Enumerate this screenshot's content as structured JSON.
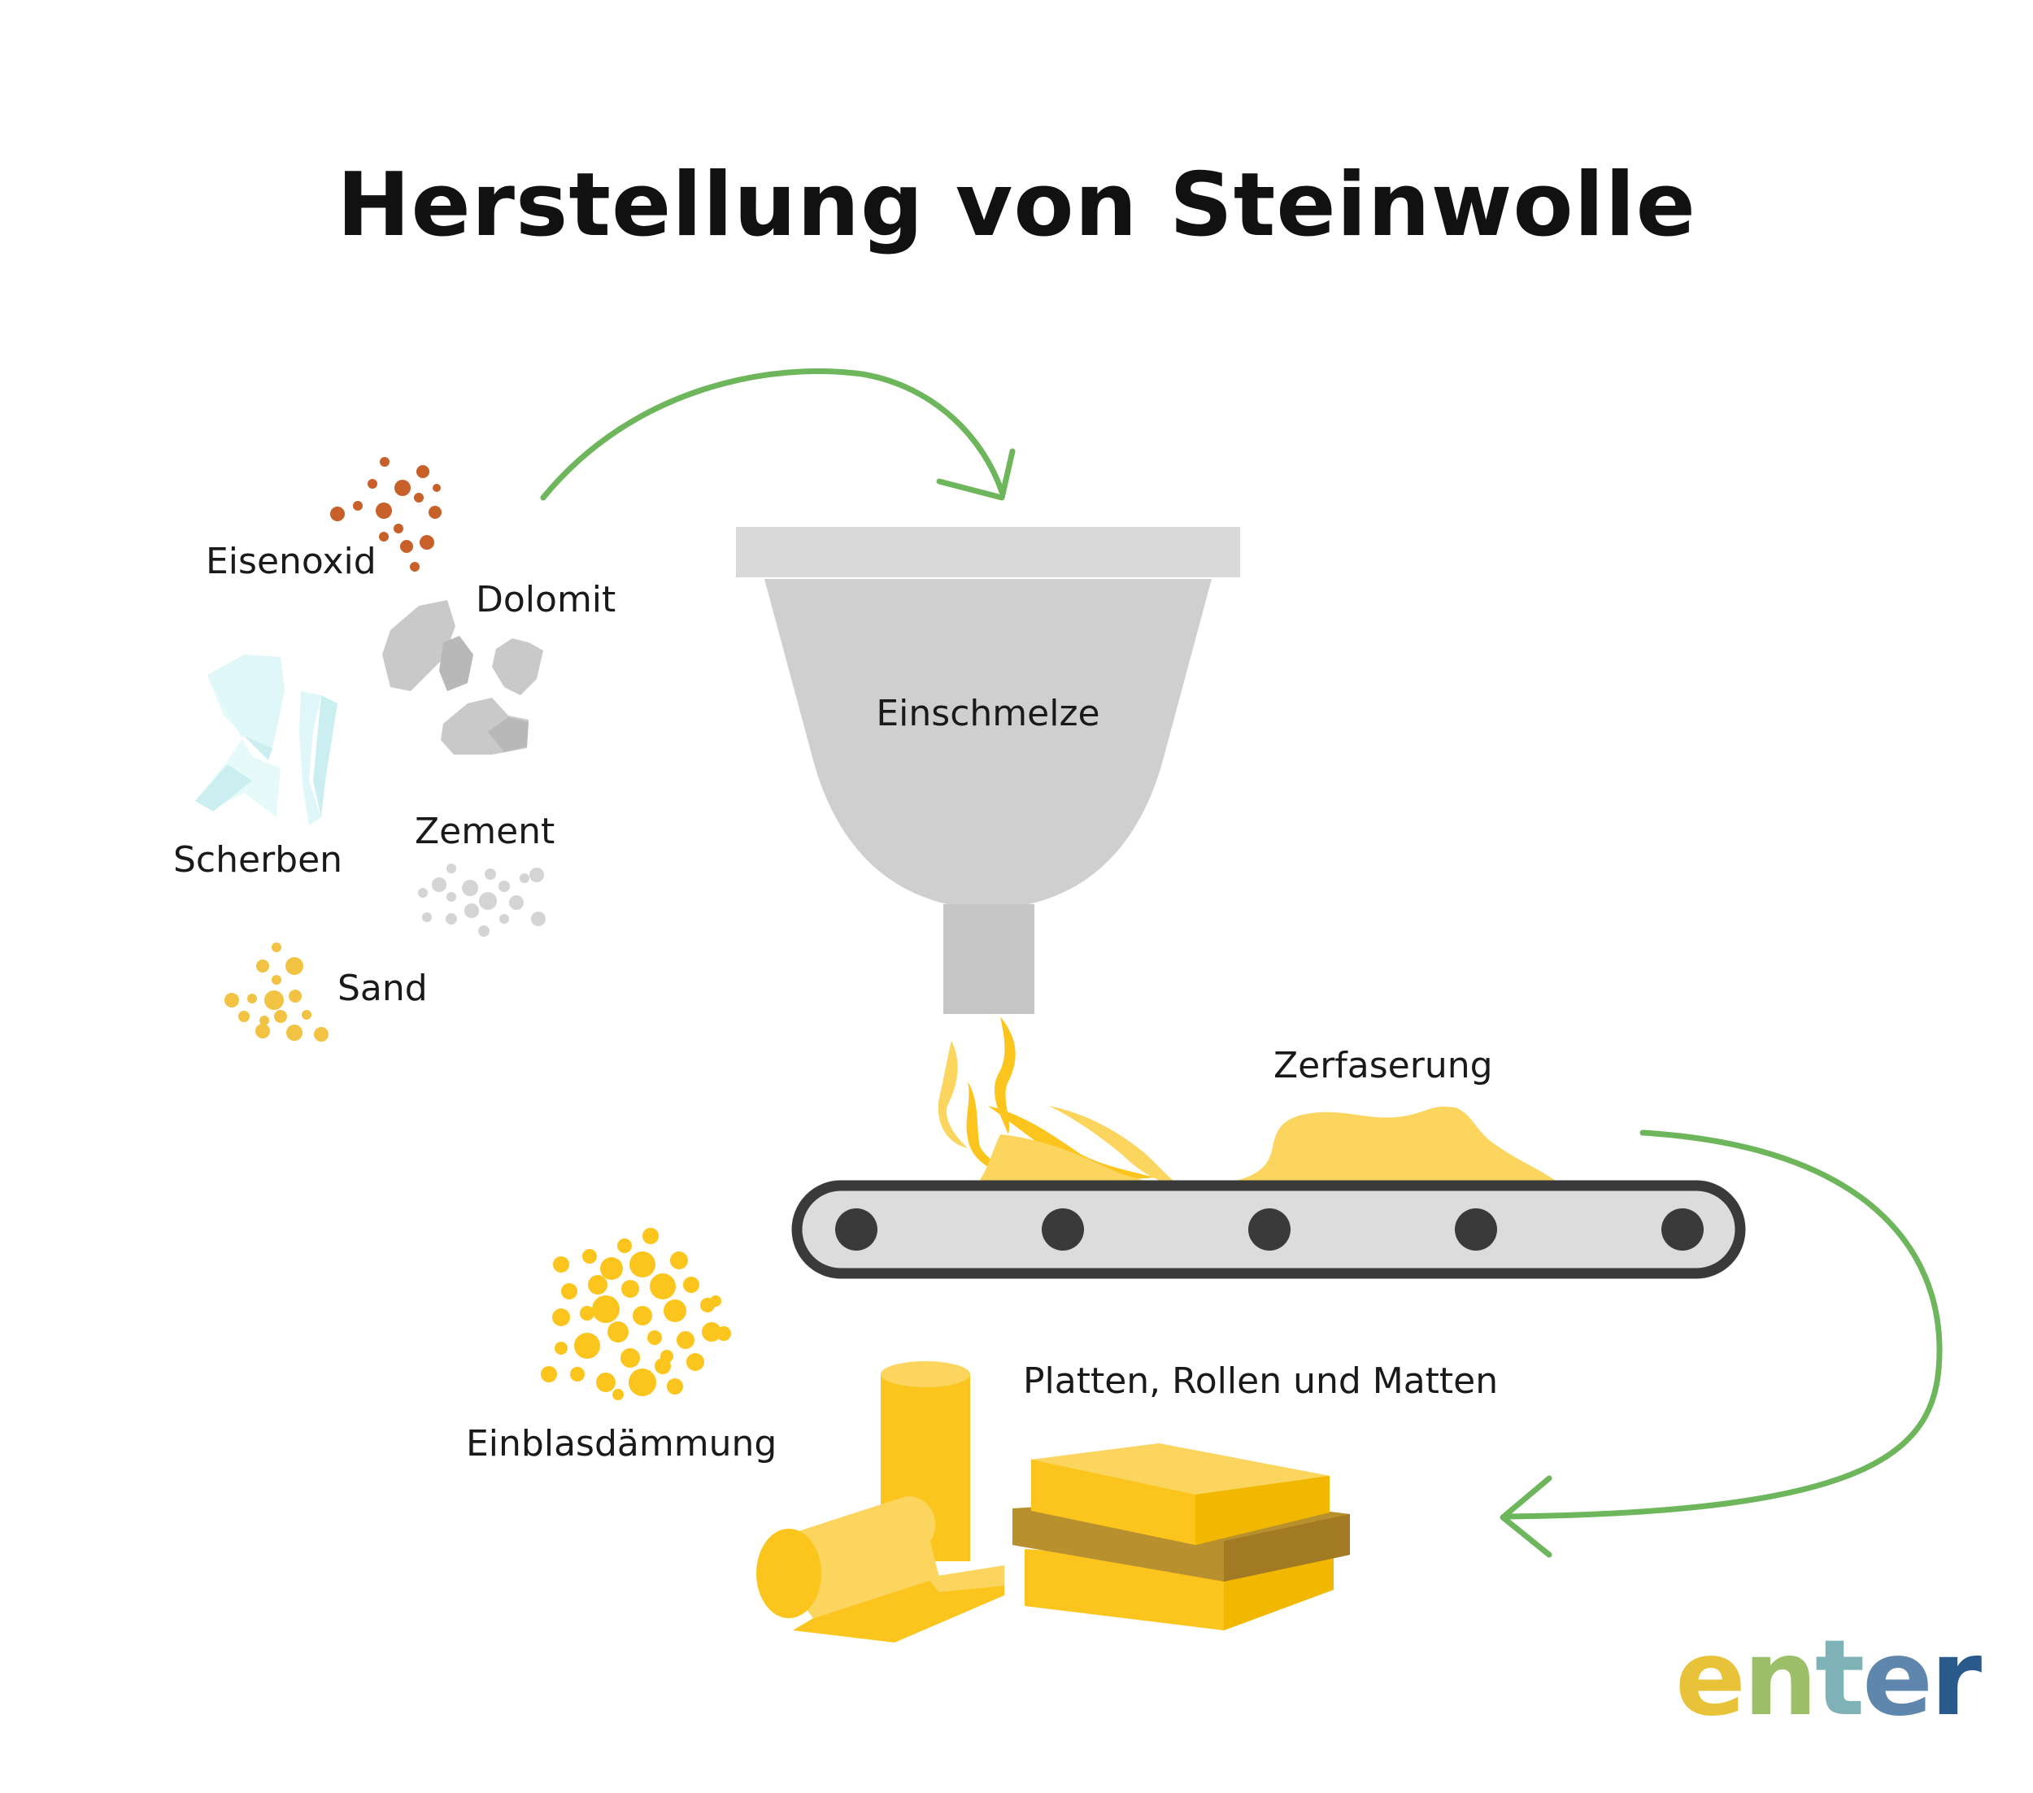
{
  "title": "Herstellung von Steinwolle",
  "raw_materials": {
    "eisenoxid": "Eisenoxid",
    "dolomit": "Dolomit",
    "scherben": "Scherben",
    "zement": "Zement",
    "sand": "Sand"
  },
  "stages": {
    "einschmelze": "Einschmelze",
    "zerfaserung": "Zerfaserung"
  },
  "products": {
    "einblasdaemmung": "Einblasdämmung",
    "platten": "Platten, Rollen und Matten"
  },
  "brand": {
    "letters": [
      "e",
      "n",
      "t",
      "e",
      "r"
    ],
    "colors": [
      "#e8c33a",
      "#9cc06a",
      "#7fb2b6",
      "#5f86ad",
      "#2a5a8c"
    ]
  },
  "colors": {
    "arrow": "#6db65b",
    "iron_oxide": "#c8602a",
    "stone": "#c9c9c9",
    "glass": "#dff7f8",
    "cement": "#d4d4d4",
    "sand": "#f2c343",
    "wool": "#fbc51e",
    "wool_light": "#fcd55f",
    "funnel": "#cfcfcf",
    "belt": "#3a3a3a"
  }
}
